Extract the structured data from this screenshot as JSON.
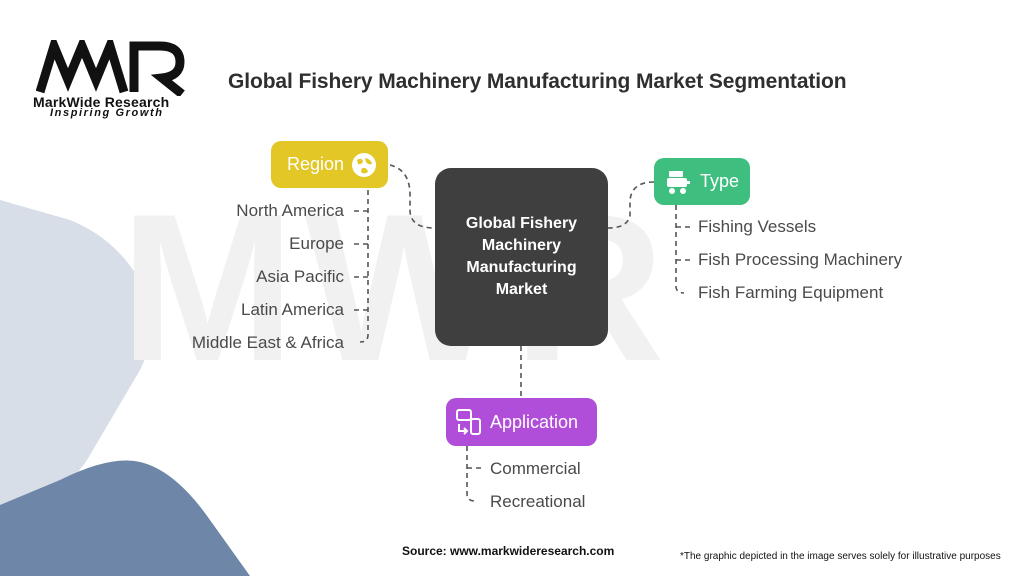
{
  "logo": {
    "name": "MarkWide Research",
    "tagline": "Inspiring Growth",
    "mark_text": "MWR"
  },
  "title": "Global Fishery Machinery Manufacturing Market Segmentation",
  "center": {
    "label": "Global Fishery\nMachinery\nManufacturing\nMarket"
  },
  "segments": {
    "region": {
      "label": "Region",
      "icon": "globe-icon",
      "color": "#e2c726",
      "items": [
        "North America",
        "Europe",
        "Asia Pacific",
        "Latin America",
        "Middle East & Africa"
      ]
    },
    "type": {
      "label": "Type",
      "icon": "conveyor-machine-icon",
      "color": "#3fbf7f",
      "items": [
        "Fishing Vessels",
        "Fish Processing Machinery",
        "Fish Farming Equipment"
      ]
    },
    "application": {
      "label": "Application",
      "icon": "devices-sync-icon",
      "color": "#b04ed9",
      "items": [
        "Commercial",
        "Recreational"
      ]
    }
  },
  "footer": {
    "source": "Source: www.markwideresearch.com",
    "note": "*The graphic depicted in the image serves solely for illustrative purposes"
  }
}
